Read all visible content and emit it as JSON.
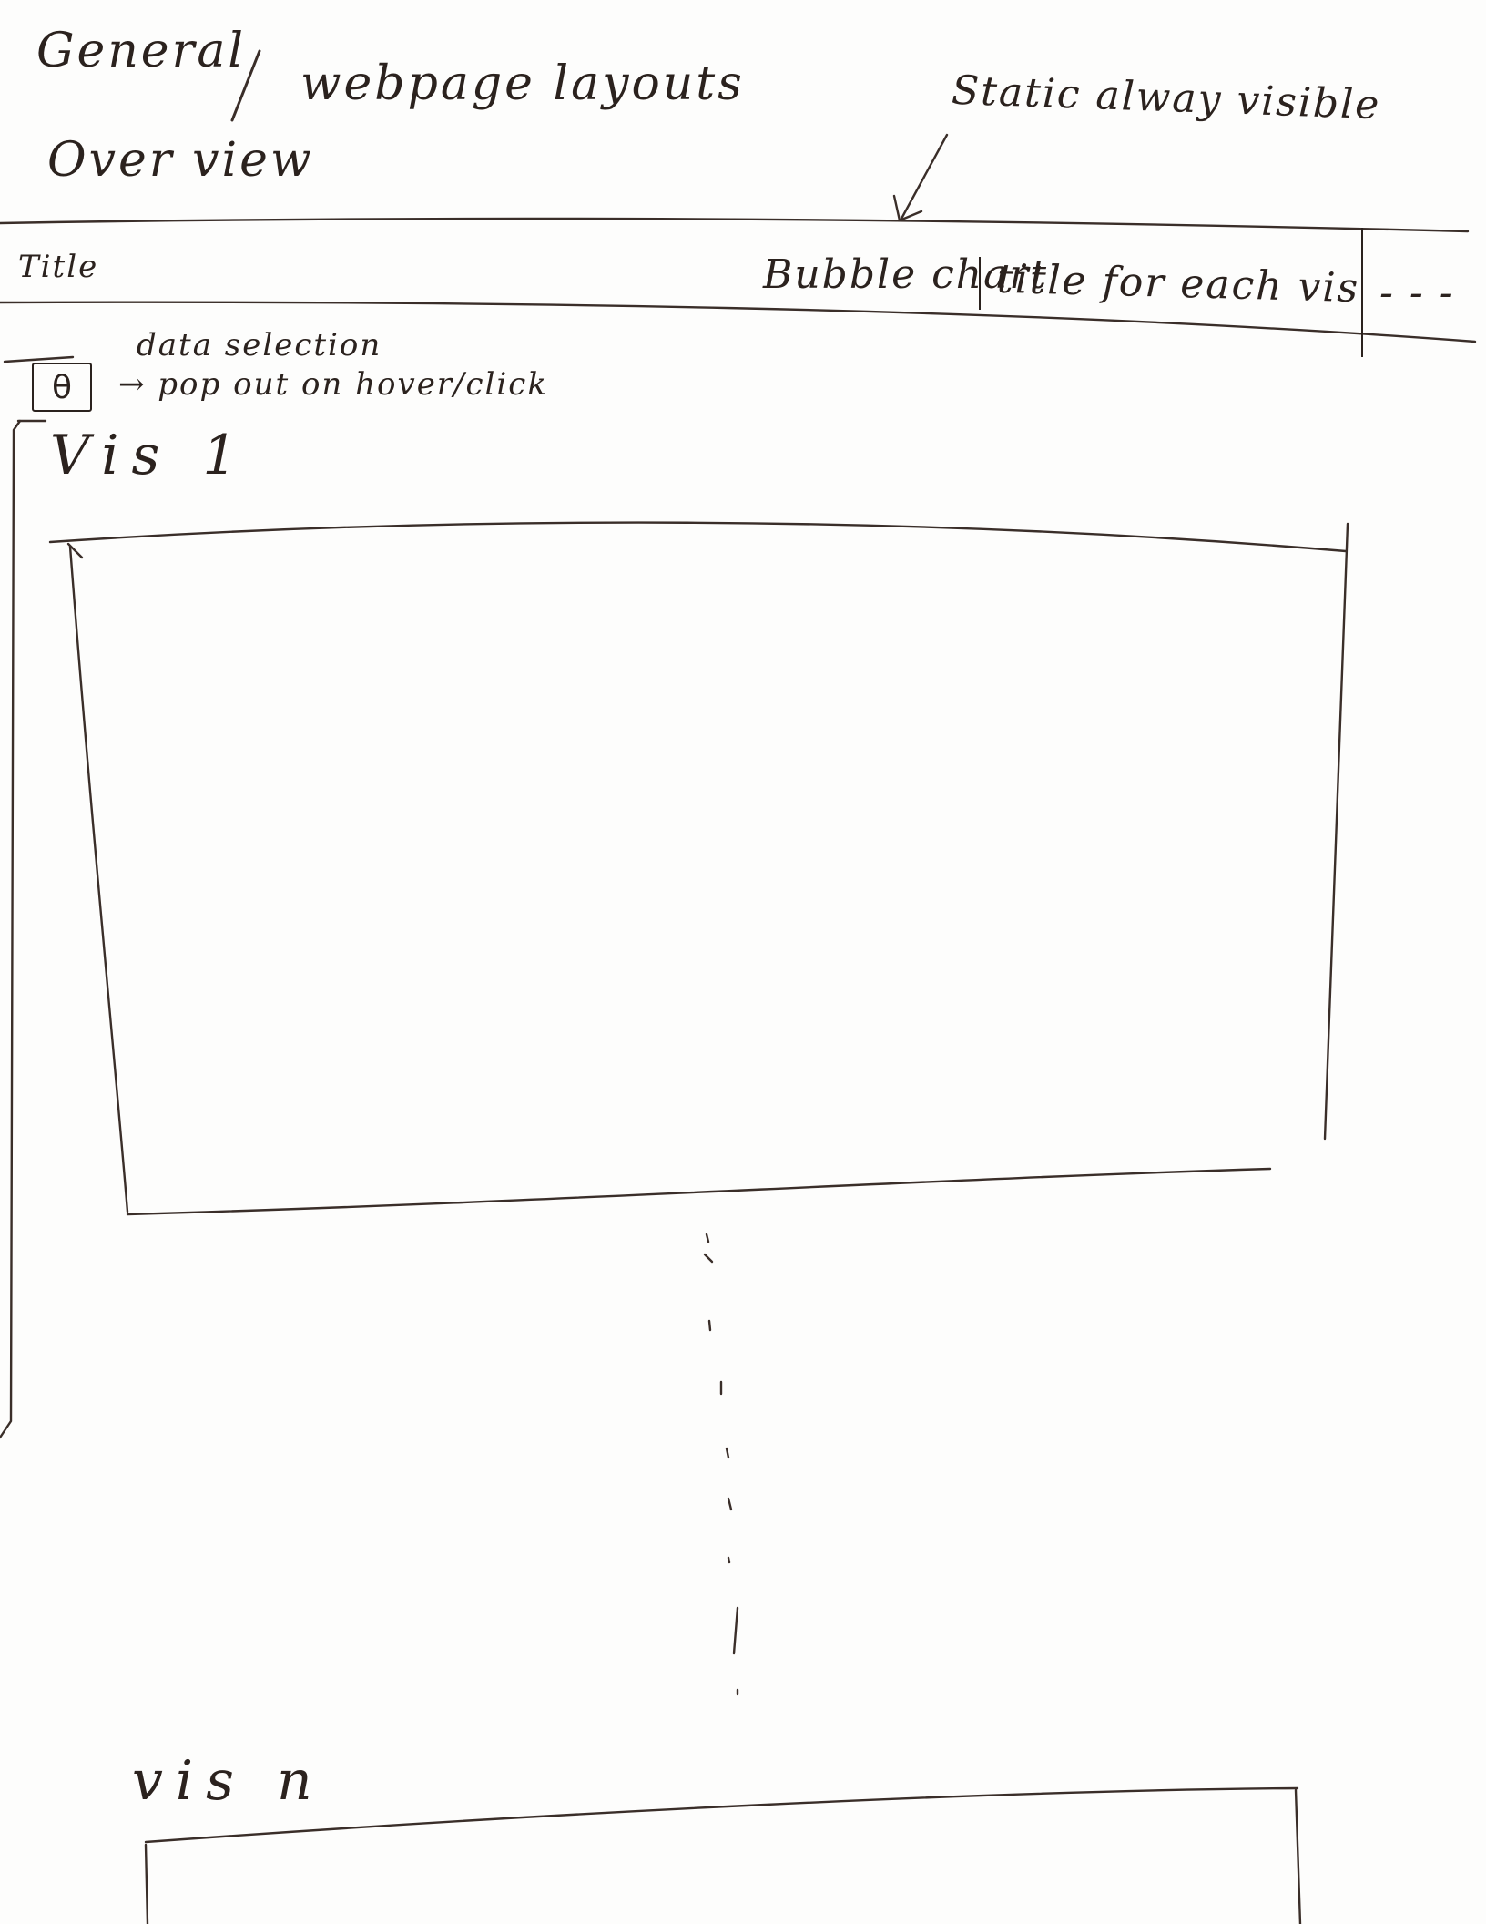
{
  "heading": {
    "line1_left": "General",
    "line1_slash": "/",
    "line1_right": "webpage layouts",
    "line2": "Over view"
  },
  "annotation": {
    "static_note": "Static alway visible",
    "data_selection": "data selection",
    "pop_out_note": "→ pop out on hover/click"
  },
  "navbar": {
    "title": "Title",
    "tabs": [
      "Bubble chart",
      "title for each vis"
    ],
    "more": "- - -"
  },
  "selection_icon": {
    "icon": "filter-icon",
    "glyph": "θ"
  },
  "visualizations": [
    {
      "label": "Vis 1"
    },
    {
      "label": "vis n"
    }
  ]
}
